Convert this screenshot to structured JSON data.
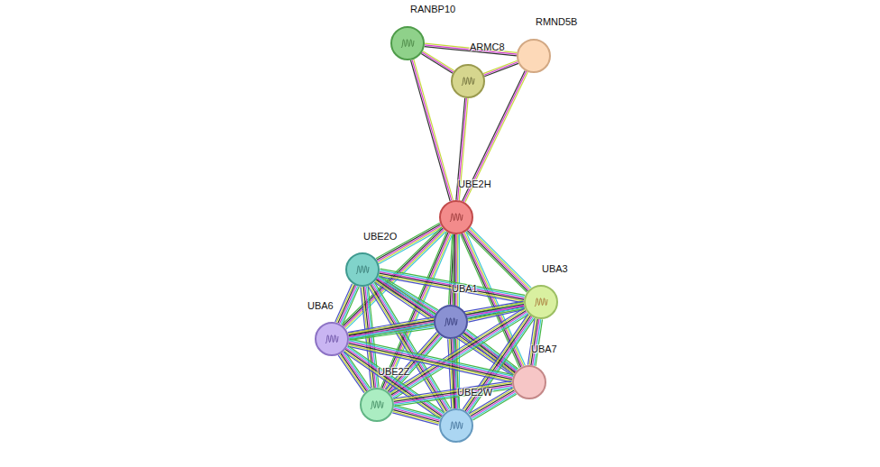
{
  "diagram": {
    "nodes": [
      {
        "text": [
          "RANBP10"
        ]
      },
      {
        "text": [
          "ARMC8"
        ]
      },
      {
        "text": [
          "RMND5B"
        ]
      },
      {
        "text": [
          "UBE2H"
        ]
      },
      {
        "text": [
          "UBE2O"
        ]
      },
      {
        "text": [
          "UBA1"
        ]
      },
      {
        "text": [
          "UBA3"
        ]
      },
      {
        "text": [
          "UBA6"
        ]
      },
      {
        "text": [
          "UBA7"
        ]
      },
      {
        "text": [
          "UBE2Z"
        ]
      },
      {
        "text": [
          "UBE2W"
        ]
      }
    ],
    "edges": [
      {
        "from": 0,
        "to": 1,
        "arrow": "none"
      },
      {
        "from": 0,
        "to": 2,
        "arrow": "none"
      },
      {
        "from": 1,
        "to": 2,
        "arrow": "none"
      },
      {
        "from": 0,
        "to": 3,
        "arrow": "none"
      },
      {
        "from": 1,
        "to": 3,
        "arrow": "none"
      },
      {
        "from": 2,
        "to": 3,
        "arrow": "none"
      },
      {
        "from": 3,
        "to": 4,
        "arrow": "none"
      },
      {
        "from": 3,
        "to": 5,
        "arrow": "none"
      },
      {
        "from": 3,
        "to": 6,
        "arrow": "none"
      },
      {
        "from": 3,
        "to": 7,
        "arrow": "none"
      },
      {
        "from": 3,
        "to": 8,
        "arrow": "none"
      },
      {
        "from": 3,
        "to": 9,
        "arrow": "none"
      },
      {
        "from": 3,
        "to": 10,
        "arrow": "none"
      },
      {
        "from": 4,
        "to": 5,
        "arrow": "none"
      },
      {
        "from": 4,
        "to": 6,
        "arrow": "none"
      },
      {
        "from": 4,
        "to": 7,
        "arrow": "none"
      },
      {
        "from": 4,
        "to": 8,
        "arrow": "none"
      },
      {
        "from": 4,
        "to": 9,
        "arrow": "none"
      },
      {
        "from": 4,
        "to": 10,
        "arrow": "none"
      },
      {
        "from": 5,
        "to": 6,
        "arrow": "none"
      },
      {
        "from": 5,
        "to": 7,
        "arrow": "none"
      },
      {
        "from": 5,
        "to": 8,
        "arrow": "none"
      },
      {
        "from": 5,
        "to": 9,
        "arrow": "none"
      },
      {
        "from": 5,
        "to": 10,
        "arrow": "none"
      },
      {
        "from": 6,
        "to": 7,
        "arrow": "none"
      },
      {
        "from": 6,
        "to": 8,
        "arrow": "none"
      },
      {
        "from": 6,
        "to": 9,
        "arrow": "none"
      },
      {
        "from": 6,
        "to": 10,
        "arrow": "none"
      },
      {
        "from": 7,
        "to": 8,
        "arrow": "none"
      },
      {
        "from": 7,
        "to": 9,
        "arrow": "none"
      },
      {
        "from": 7,
        "to": 10,
        "arrow": "none"
      },
      {
        "from": 8,
        "to": 9,
        "arrow": "none"
      },
      {
        "from": 8,
        "to": 10,
        "arrow": "none"
      },
      {
        "from": 9,
        "to": 10,
        "arrow": "none"
      }
    ]
  }
}
